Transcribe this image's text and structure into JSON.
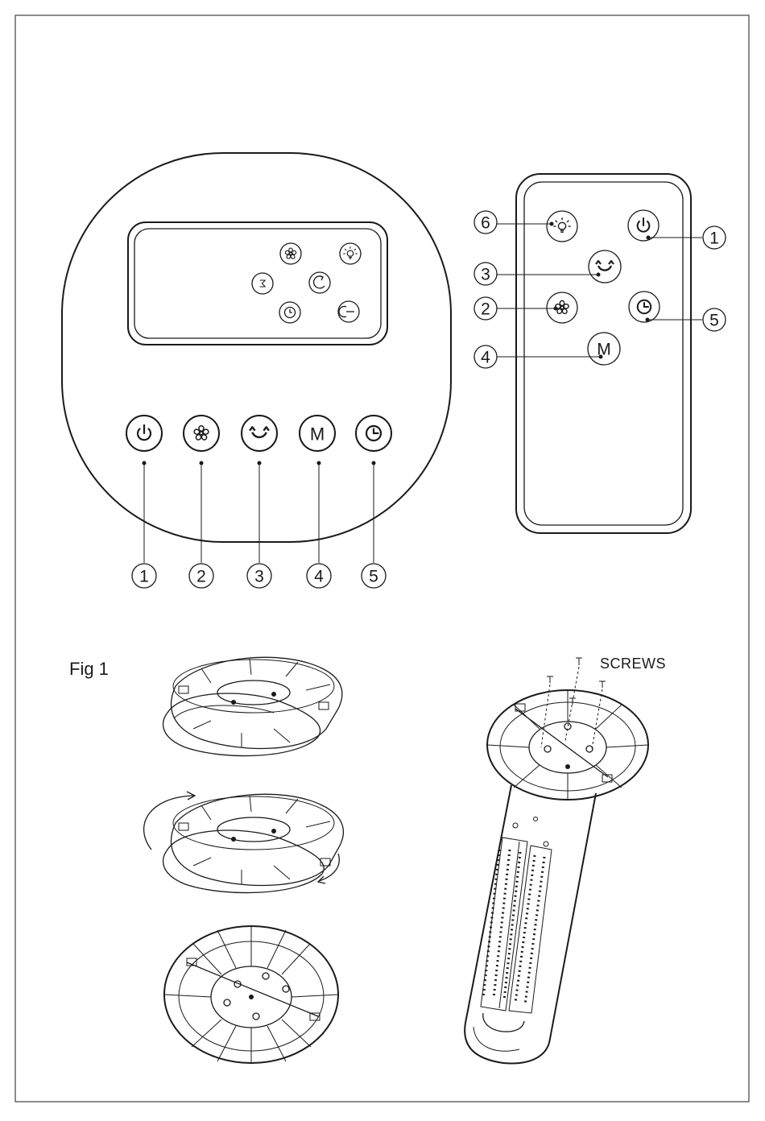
{
  "control_panel": {
    "display_icons": [
      "fan-speed-icon",
      "light-icon",
      "mode-icon",
      "oscillation-icon",
      "timer-icon",
      "power-icon"
    ],
    "buttons": [
      {
        "icon": "power-icon",
        "callout": "1"
      },
      {
        "icon": "fan-speed-icon",
        "callout": "2"
      },
      {
        "icon": "oscillation-icon",
        "callout": "3"
      },
      {
        "icon": "mode-icon",
        "glyph": "M",
        "callout": "4"
      },
      {
        "icon": "timer-icon",
        "callout": "5"
      }
    ]
  },
  "remote": {
    "buttons": [
      {
        "icon": "light-icon",
        "callout": "6"
      },
      {
        "icon": "power-icon",
        "callout": "1"
      },
      {
        "icon": "oscillation-icon",
        "callout": "3"
      },
      {
        "icon": "fan-speed-icon",
        "callout": "2"
      },
      {
        "icon": "timer-icon",
        "callout": "5"
      },
      {
        "icon": "mode-icon",
        "glyph": "M",
        "callout": "4"
      }
    ]
  },
  "figure": {
    "label": "Fig 1",
    "screws_label": "SCREWS"
  }
}
